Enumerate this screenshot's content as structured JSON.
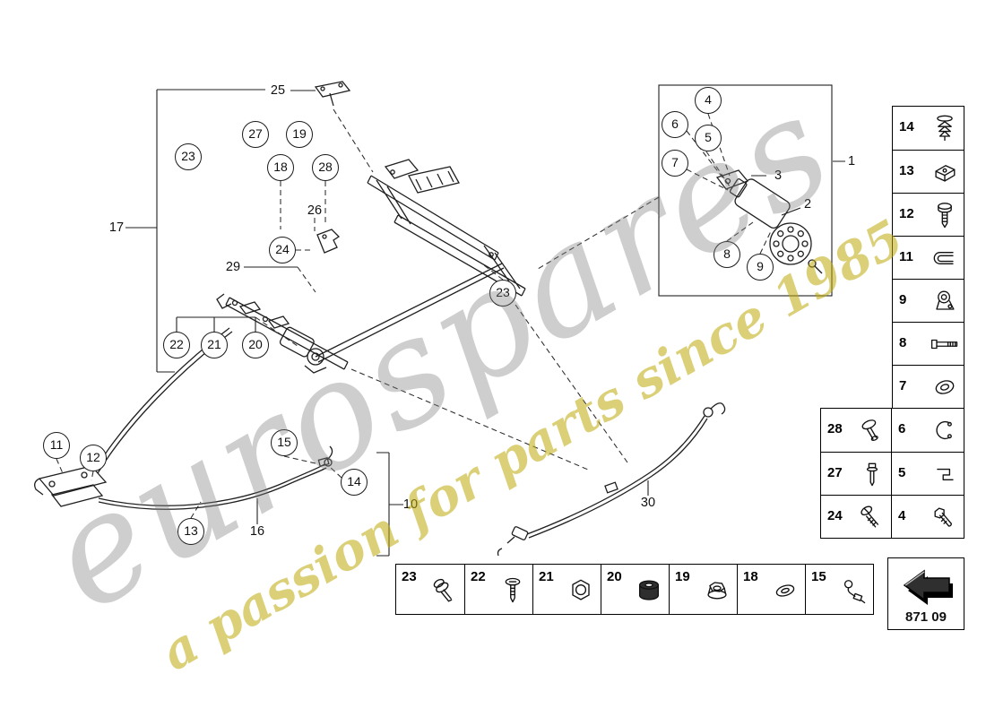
{
  "watermark": {
    "brand": "eurospares",
    "tagline": "a passion for parts since 1985"
  },
  "callouts": {
    "c27": "27",
    "c19": "19",
    "c23a": "23",
    "c18": "18",
    "c28": "28",
    "c24": "24",
    "c23b": "23",
    "c22": "22",
    "c21": "21",
    "c20": "20",
    "c11": "11",
    "c12": "12",
    "c15": "15",
    "c14": "14",
    "c13": "13",
    "c4": "4",
    "c6": "6",
    "c5": "5",
    "c7": "7",
    "c8": "8",
    "c9": "9"
  },
  "labels": {
    "t25": "25",
    "t26": "26",
    "t29": "29",
    "t17": "17",
    "t3": "3",
    "t1": "1",
    "t2": "2",
    "t10": "10",
    "t16": "16",
    "t30": "30"
  },
  "right_column": {
    "items": [
      {
        "num": "14",
        "icon": "expansion-rivet"
      },
      {
        "num": "13",
        "icon": "retainer-clip"
      },
      {
        "num": "12",
        "icon": "shoulder-screw"
      },
      {
        "num": "11",
        "icon": "spring-clip"
      },
      {
        "num": "9",
        "icon": "clamp"
      },
      {
        "num": "8",
        "icon": "bolt"
      },
      {
        "num": "7",
        "icon": "grommet"
      }
    ]
  },
  "pair_rows": {
    "rows": [
      {
        "left": {
          "num": "28",
          "icon": "rivet"
        },
        "right": {
          "num": "6",
          "icon": "circlip"
        }
      },
      {
        "left": {
          "num": "27",
          "icon": "pin"
        },
        "right": {
          "num": "5",
          "icon": "bracket-clip"
        }
      },
      {
        "left": {
          "num": "24",
          "icon": "pan-screw"
        },
        "right": {
          "num": "4",
          "icon": "hex-screw"
        }
      }
    ]
  },
  "bottom_row": {
    "items": [
      {
        "num": "23",
        "icon": "screw-washer"
      },
      {
        "num": "22",
        "icon": "pan-screw-vertical"
      },
      {
        "num": "21",
        "icon": "hex-nut"
      },
      {
        "num": "20",
        "icon": "bushing"
      },
      {
        "num": "19",
        "icon": "flange-nut"
      },
      {
        "num": "18",
        "icon": "washer"
      },
      {
        "num": "15",
        "icon": "cable-clip"
      }
    ]
  },
  "footer": {
    "code": "871 09",
    "icon": "back-arrow"
  }
}
